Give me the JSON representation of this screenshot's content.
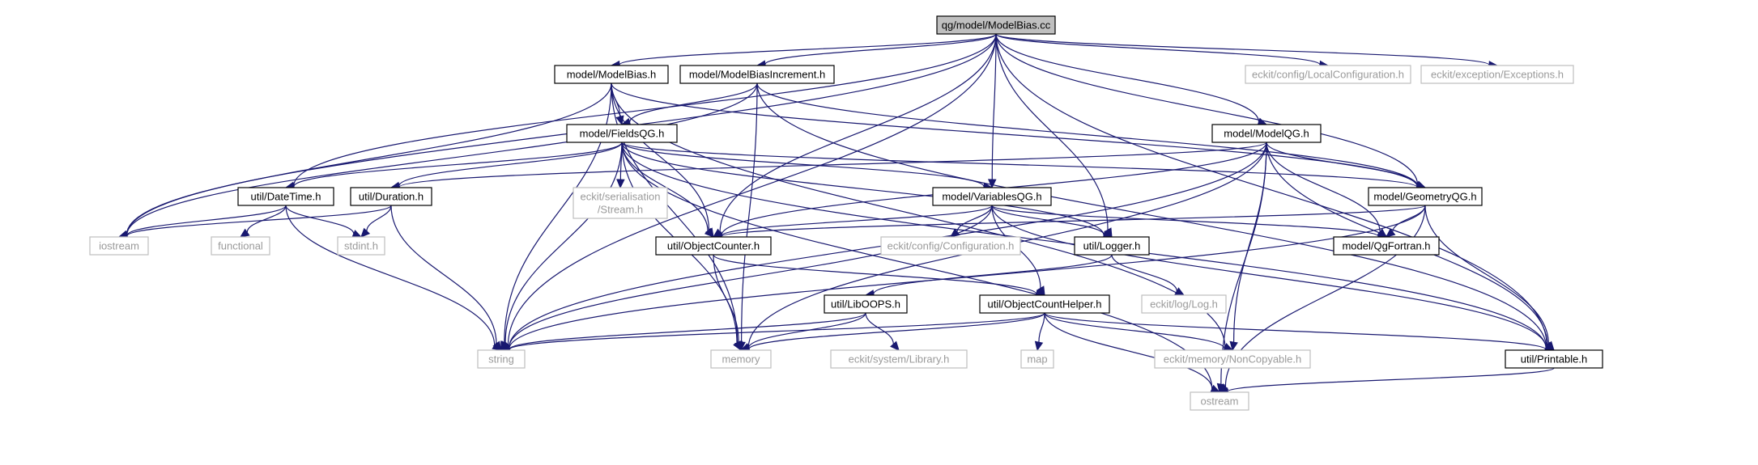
{
  "graph": {
    "colors": {
      "edge": "#191970",
      "root_fill": "#bfbfbf",
      "internal_border": "#000000",
      "external_border": "#bfbfbf",
      "internal_text": "#000000",
      "external_text": "#9a9a9a"
    },
    "nodes": [
      {
        "id": "root",
        "label": "qg/model/ModelBias.cc",
        "kind": "root"
      },
      {
        "id": "modelbias",
        "label": "model/ModelBias.h",
        "kind": "internal"
      },
      {
        "id": "modelbiasincrement",
        "label": "model/ModelBiasIncrement.h",
        "kind": "internal"
      },
      {
        "id": "localconfig",
        "label": "eckit/config/LocalConfiguration.h",
        "kind": "external"
      },
      {
        "id": "exceptions",
        "label": "eckit/exception/Exceptions.h",
        "kind": "external"
      },
      {
        "id": "fieldsqg",
        "label": "model/FieldsQG.h",
        "kind": "internal"
      },
      {
        "id": "modelqg",
        "label": "model/ModelQG.h",
        "kind": "internal"
      },
      {
        "id": "datetime",
        "label": "util/DateTime.h",
        "kind": "internal"
      },
      {
        "id": "duration",
        "label": "util/Duration.h",
        "kind": "internal"
      },
      {
        "id": "stream",
        "label": [
          "eckit/serialisation",
          "/Stream.h"
        ],
        "kind": "external"
      },
      {
        "id": "variablesqg",
        "label": "model/VariablesQG.h",
        "kind": "internal"
      },
      {
        "id": "geometryqg",
        "label": "model/GeometryQG.h",
        "kind": "internal"
      },
      {
        "id": "iostream",
        "label": "iostream",
        "kind": "external"
      },
      {
        "id": "functional",
        "label": "functional",
        "kind": "external"
      },
      {
        "id": "stdint",
        "label": "stdint.h",
        "kind": "external"
      },
      {
        "id": "objectcounter",
        "label": "util/ObjectCounter.h",
        "kind": "internal"
      },
      {
        "id": "configuration",
        "label": "eckit/config/Configuration.h",
        "kind": "external"
      },
      {
        "id": "logger",
        "label": "util/Logger.h",
        "kind": "internal"
      },
      {
        "id": "qgfortran",
        "label": "model/QgFortran.h",
        "kind": "internal"
      },
      {
        "id": "liboops",
        "label": "util/LibOOPS.h",
        "kind": "internal"
      },
      {
        "id": "objectcounthelper",
        "label": "util/ObjectCountHelper.h",
        "kind": "internal"
      },
      {
        "id": "loglog",
        "label": "eckit/log/Log.h",
        "kind": "external"
      },
      {
        "id": "string",
        "label": "string",
        "kind": "external"
      },
      {
        "id": "memory",
        "label": "memory",
        "kind": "external"
      },
      {
        "id": "library",
        "label": "eckit/system/Library.h",
        "kind": "external"
      },
      {
        "id": "map",
        "label": "map",
        "kind": "external"
      },
      {
        "id": "noncopyable",
        "label": "eckit/memory/NonCopyable.h",
        "kind": "external"
      },
      {
        "id": "printable",
        "label": "util/Printable.h",
        "kind": "internal"
      },
      {
        "id": "ostream",
        "label": "ostream",
        "kind": "external"
      }
    ],
    "edges": [
      [
        "root",
        "modelbias"
      ],
      [
        "root",
        "modelbiasincrement"
      ],
      [
        "root",
        "localconfig"
      ],
      [
        "root",
        "exceptions"
      ],
      [
        "root",
        "modelqg"
      ],
      [
        "root",
        "variablesqg"
      ],
      [
        "root",
        "geometryqg"
      ],
      [
        "root",
        "objectcounter"
      ],
      [
        "root",
        "logger"
      ],
      [
        "root",
        "datetime"
      ],
      [
        "root",
        "iostream"
      ],
      [
        "root",
        "string"
      ],
      [
        "root",
        "printable"
      ],
      [
        "modelbias",
        "fieldsqg"
      ],
      [
        "modelbias",
        "iostream"
      ],
      [
        "modelbias",
        "string"
      ],
      [
        "modelbias",
        "memory"
      ],
      [
        "modelbias",
        "objectcounter"
      ],
      [
        "modelbias",
        "noncopyable"
      ],
      [
        "modelbias",
        "geometryqg"
      ],
      [
        "modelbiasincrement",
        "fieldsqg"
      ],
      [
        "modelbiasincrement",
        "iostream"
      ],
      [
        "modelbiasincrement",
        "memory"
      ],
      [
        "modelbiasincrement",
        "geometryqg"
      ],
      [
        "modelbiasincrement",
        "printable"
      ],
      [
        "fieldsqg",
        "datetime"
      ],
      [
        "fieldsqg",
        "duration"
      ],
      [
        "fieldsqg",
        "stream"
      ],
      [
        "fieldsqg",
        "variablesqg"
      ],
      [
        "fieldsqg",
        "geometryqg"
      ],
      [
        "fieldsqg",
        "objectcounter"
      ],
      [
        "fieldsqg",
        "string"
      ],
      [
        "fieldsqg",
        "memory"
      ],
      [
        "fieldsqg",
        "ostream"
      ],
      [
        "fieldsqg",
        "printable"
      ],
      [
        "fieldsqg",
        "logger"
      ],
      [
        "modelqg",
        "geometryqg"
      ],
      [
        "modelqg",
        "duration"
      ],
      [
        "modelqg",
        "objectcounter"
      ],
      [
        "modelqg",
        "qgfortran"
      ],
      [
        "modelqg",
        "string"
      ],
      [
        "modelqg",
        "memory"
      ],
      [
        "modelqg",
        "noncopyable"
      ],
      [
        "modelqg",
        "printable"
      ],
      [
        "modelqg",
        "ostream"
      ],
      [
        "datetime",
        "iostream"
      ],
      [
        "datetime",
        "functional"
      ],
      [
        "datetime",
        "stdint"
      ],
      [
        "datetime",
        "string"
      ],
      [
        "duration",
        "iostream"
      ],
      [
        "duration",
        "stdint"
      ],
      [
        "duration",
        "string"
      ],
      [
        "variablesqg",
        "objectcounter"
      ],
      [
        "variablesqg",
        "configuration"
      ],
      [
        "variablesqg",
        "logger"
      ],
      [
        "variablesqg",
        "qgfortran"
      ],
      [
        "variablesqg",
        "objectcounthelper"
      ],
      [
        "variablesqg",
        "string"
      ],
      [
        "variablesqg",
        "printable"
      ],
      [
        "geometryqg",
        "objectcounter"
      ],
      [
        "geometryqg",
        "qgfortran"
      ],
      [
        "geometryqg",
        "printable"
      ],
      [
        "geometryqg",
        "ostream"
      ],
      [
        "geometryqg",
        "string"
      ],
      [
        "objectcounter",
        "memory"
      ],
      [
        "objectcounter",
        "objectcounthelper"
      ],
      [
        "logger",
        "liboops"
      ],
      [
        "logger",
        "loglog"
      ],
      [
        "liboops",
        "string"
      ],
      [
        "liboops",
        "memory"
      ],
      [
        "liboops",
        "library"
      ],
      [
        "objectcounthelper",
        "string"
      ],
      [
        "objectcounthelper",
        "memory"
      ],
      [
        "objectcounthelper",
        "map"
      ],
      [
        "objectcounthelper",
        "noncopyable"
      ],
      [
        "objectcounthelper",
        "printable"
      ],
      [
        "objectcounthelper",
        "ostream"
      ],
      [
        "printable",
        "ostream"
      ]
    ]
  }
}
